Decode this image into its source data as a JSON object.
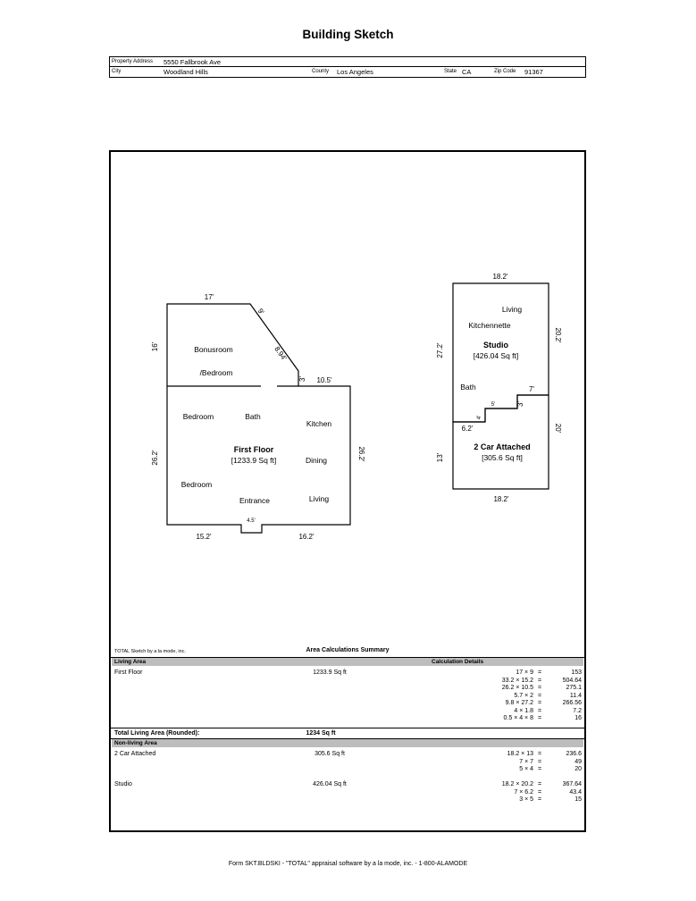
{
  "page": {
    "title": "Building Sketch",
    "footer": "Form SKT.BLDSKI - \"TOTAL\" appraisal software by a la mode, inc. - 1-800-ALAMODE"
  },
  "header": {
    "property_address_label": "Property Address",
    "property_address_value": "5550 Fallbrook Ave",
    "city_label": "City",
    "city_value": "Woodland Hills",
    "county_label": "County",
    "county_value": "Los Angeles",
    "state_label": "State",
    "state_value": "CA",
    "zip_label": "Zip Code",
    "zip_value": "91367"
  },
  "sketch": {
    "first_floor": {
      "title": "First Floor",
      "area": "[1233.9 Sq ft]",
      "rooms": {
        "bonusroom": "Bonusroom",
        "bonusroom_bedroom": "/Bedroom",
        "bedroom_upper": "Bedroom",
        "bath": "Bath",
        "kitchen": "Kitchen",
        "dining": "Dining",
        "bedroom_lower": "Bedroom",
        "entrance": "Entrance",
        "living": "Living"
      },
      "dims": {
        "top": "17'",
        "upper_left": "16'",
        "diag_side": "9'",
        "diag": "8.94'",
        "jog": "3'",
        "kitchen_top": "10.5'",
        "lower_left": "26.2'",
        "right": "26.2'",
        "bottom_left": "15.2'",
        "bottom_right": "16.2'",
        "porch": "4.5'"
      }
    },
    "studio": {
      "title": "Studio",
      "area": "[426.04 Sq ft]",
      "rooms": {
        "living": "Living",
        "kitchennette": "Kitchennette",
        "bath": "Bath"
      },
      "dims": {
        "top": "18.2'",
        "upper_right": "20.2'",
        "upper_left": "27.2'",
        "step_top": "7'",
        "step_right": "3'",
        "step_mid_h": "5'",
        "step_mid_v": "4'",
        "step_bottom": "6.2'",
        "lower_left": "13'",
        "lower_right": "20'",
        "bottom": "18.2'"
      }
    },
    "garage": {
      "title": "2 Car Attached",
      "area": "[305.6 Sq ft]"
    }
  },
  "summary": {
    "credit": "TOTAL Sketch by a la mode, inc.",
    "title": "Area Calculations Summary",
    "living_area_header": "Living Area",
    "calc_details_header": "Calculation Details",
    "nonliving_area_header": "Non-living Area",
    "total_label": "Total Living Area (Rounded):",
    "total_value": "1234 Sq ft",
    "living_rows": [
      {
        "name": "First Floor",
        "area": "1233.9 Sq ft",
        "calcs": [
          {
            "expr": "17 × 9",
            "eq": "=",
            "val": "153"
          },
          {
            "expr": "33.2 × 15.2",
            "eq": "=",
            "val": "504.64"
          },
          {
            "expr": "26.2 × 10.5",
            "eq": "=",
            "val": "275.1"
          },
          {
            "expr": "5.7 × 2",
            "eq": "=",
            "val": "11.4"
          },
          {
            "expr": "9.8 × 27.2",
            "eq": "=",
            "val": "266.56"
          },
          {
            "expr": "4 × 1.8",
            "eq": "=",
            "val": "7.2"
          },
          {
            "expr": "0.5 × 4 × 8",
            "eq": "=",
            "val": "16"
          }
        ]
      }
    ],
    "nonliving_rows": [
      {
        "name": "2 Car Attached",
        "area": "305.6 Sq ft",
        "calcs": [
          {
            "expr": "18.2 × 13",
            "eq": "=",
            "val": "236.6"
          },
          {
            "expr": "7 × 7",
            "eq": "=",
            "val": "49"
          },
          {
            "expr": "5 × 4",
            "eq": "=",
            "val": "20"
          }
        ]
      },
      {
        "name": "Studio",
        "area": "426.04 Sq ft",
        "calcs": [
          {
            "expr": "18.2 × 20.2",
            "eq": "=",
            "val": "367.64"
          },
          {
            "expr": "7 × 6.2",
            "eq": "=",
            "val": "43.4"
          },
          {
            "expr": "3 × 5",
            "eq": "=",
            "val": "15"
          }
        ]
      }
    ]
  }
}
